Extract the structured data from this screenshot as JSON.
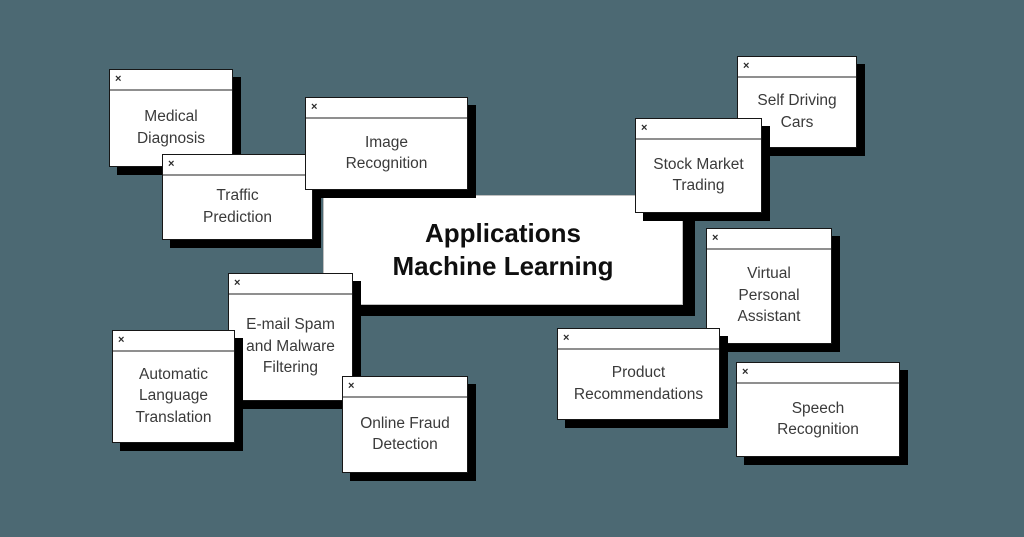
{
  "title": {
    "lines": [
      "Applications",
      "Machine Learning"
    ]
  },
  "ui": {
    "close_glyph": "×"
  },
  "colors": {
    "background": "#4c6973",
    "window_background": "#ffffff",
    "window_border": "#161616",
    "titlebar_divider": "#8f8f8f",
    "shadow": "#000000",
    "body_text": "#3a3a3a",
    "title_text": "#0f0f0f"
  },
  "windows": [
    {
      "id": "medical-diagnosis",
      "lines": [
        "Medical",
        "Diagnosis"
      ]
    },
    {
      "id": "traffic-prediction",
      "lines": [
        "Traffic",
        "Prediction"
      ]
    },
    {
      "id": "image-recognition",
      "lines": [
        "Image",
        "Recognition"
      ]
    },
    {
      "id": "self-driving-cars",
      "lines": [
        "Self Driving",
        "Cars"
      ]
    },
    {
      "id": "stock-market-trading",
      "lines": [
        "Stock Market",
        "Trading"
      ]
    },
    {
      "id": "virtual-personal-assistant",
      "lines": [
        "Virtual",
        "Personal",
        "Assistant"
      ]
    },
    {
      "id": "email-spam-malware-filtering",
      "lines": [
        "E-mail Spam",
        "and Malware",
        "Filtering"
      ]
    },
    {
      "id": "automatic-language-translation",
      "lines": [
        "Automatic",
        "Language",
        "Translation"
      ]
    },
    {
      "id": "online-fraud-detection",
      "lines": [
        "Online Fraud",
        "Detection"
      ]
    },
    {
      "id": "product-recommendations",
      "lines": [
        "Product",
        "Recommendations"
      ]
    },
    {
      "id": "speech-recognition",
      "lines": [
        "Speech",
        "Recognition"
      ]
    }
  ]
}
